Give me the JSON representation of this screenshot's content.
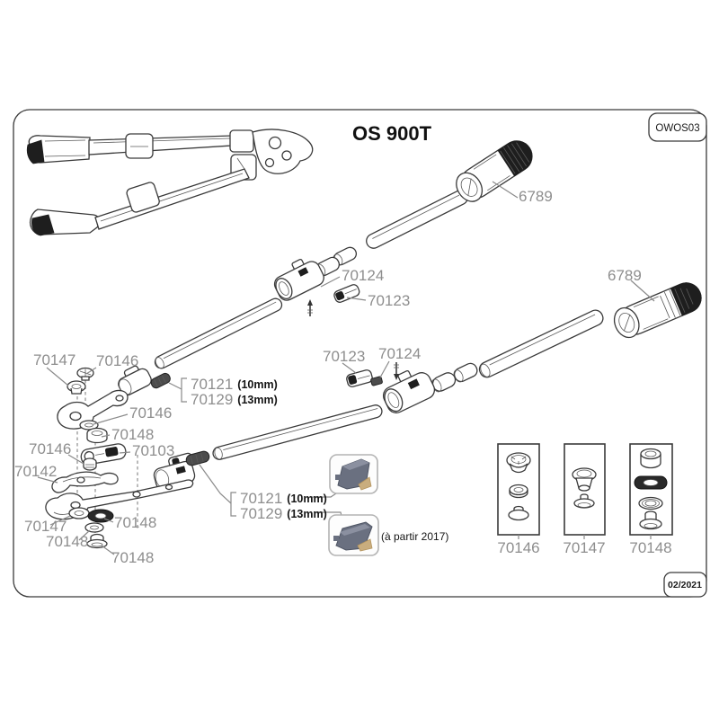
{
  "header": {
    "title": "OS 900T",
    "doc_code": "OWOS03",
    "revision": "02/2021"
  },
  "callouts": {
    "handle_top": "6789",
    "handle_right": "6789",
    "coupler_pin_top": "70124",
    "coupler_lever_top": "70123",
    "coupler_lever_mid": "70123",
    "coupler_pin_mid": "70124",
    "head_bolt_cap": "70147",
    "head_bolt": "70146",
    "head_washer": "70146",
    "head_cap": "70148",
    "head_nut": "70146",
    "head_lever": "70103",
    "counter_blade": "70142",
    "bottom_washer": "70147",
    "bottom_washer2": "70148",
    "bottom_washer3": "70148",
    "bottom_nut": "70148"
  },
  "size_brackets": {
    "upper": {
      "row1_num": "70121",
      "row1_size": "(10mm)",
      "row2_num": "70129",
      "row2_size": "(13mm)"
    },
    "lower": {
      "row1_num": "70121",
      "row1_size": "(10mm)",
      "row2_num": "70129",
      "row2_size": "(13mm)"
    }
  },
  "note_after_2017": "(à partir 2017)",
  "detail_boxes": [
    {
      "label": "70146"
    },
    {
      "label": "70147"
    },
    {
      "label": "70148"
    }
  ],
  "colors": {
    "line": "#3a3a3a",
    "label_gray": "#8e8e8e",
    "dark_fill": "#1e1e1e",
    "photo_part_blue": "#6a7080",
    "photo_part_tan": "#c9ad7e"
  }
}
